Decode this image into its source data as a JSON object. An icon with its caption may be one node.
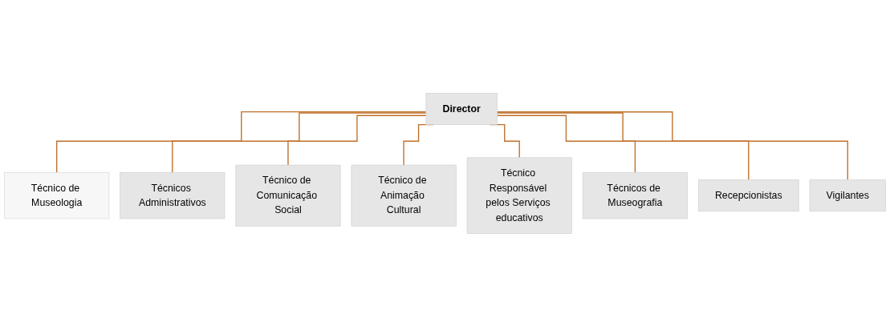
{
  "diagram": {
    "nodes": [
      {
        "text": [
          "Director"
        ]
      },
      {
        "text": [
          "Técnico de Museologia"
        ]
      },
      {
        "text": [
          "Técnicos Administrativos"
        ]
      },
      {
        "text": [
          "Técnico de Comunicação Social"
        ]
      },
      {
        "text": [
          "Técnico de Animação Cultural"
        ]
      },
      {
        "text": [
          "Técnico Responsável pelos Serviços educativos"
        ]
      },
      {
        "text": [
          "Técnicos de Museografia"
        ]
      },
      {
        "text": [
          "Recepcionistas"
        ]
      },
      {
        "text": [
          "Vigilantes"
        ]
      }
    ],
    "edges": [
      {
        "from": 0,
        "to": 1,
        "arrow": "none"
      },
      {
        "from": 0,
        "to": 2,
        "arrow": "none"
      },
      {
        "from": 0,
        "to": 3,
        "arrow": "none"
      },
      {
        "from": 0,
        "to": 4,
        "arrow": "none"
      },
      {
        "from": 0,
        "to": 5,
        "arrow": "none"
      },
      {
        "from": 0,
        "to": 6,
        "arrow": "none"
      },
      {
        "from": 0,
        "to": 7,
        "arrow": "none"
      },
      {
        "from": 0,
        "to": 8,
        "arrow": "none"
      }
    ]
  }
}
